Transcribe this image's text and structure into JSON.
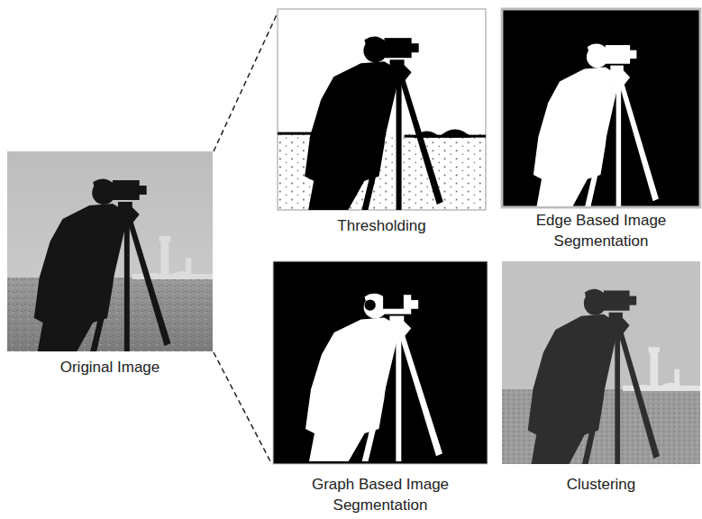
{
  "diagram": {
    "nodes": [
      {
        "text": [
          "Original Image"
        ]
      },
      {
        "text": [
          "Thresholding"
        ]
      },
      {
        "text": [
          "Edge Based Image Segmentation"
        ]
      },
      {
        "text": [
          "Graph Based Image Segmentation"
        ]
      },
      {
        "text": [
          "Clustering"
        ]
      }
    ]
  }
}
